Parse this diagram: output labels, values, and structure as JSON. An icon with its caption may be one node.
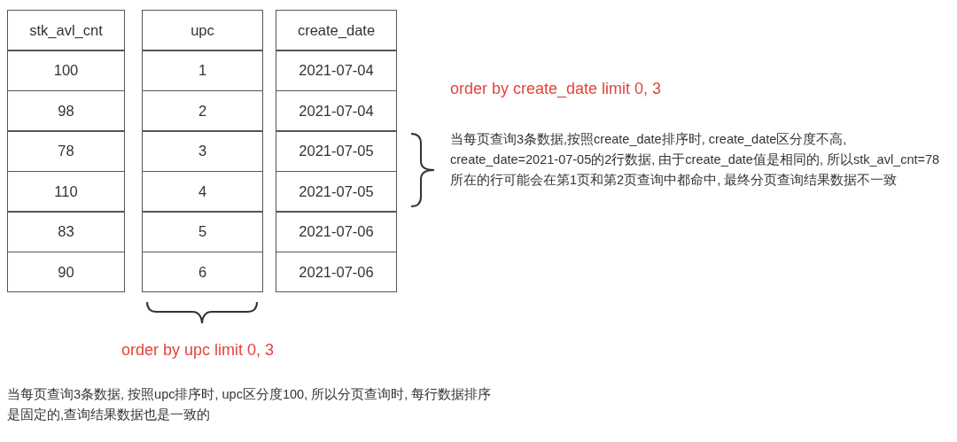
{
  "diagram": {
    "labels": [
      "stk_avl_cnt",
      "upc",
      "create_date",
      "100",
      "1",
      "2021-07-04",
      "98",
      "2",
      "2021-07-04",
      "78",
      "3",
      "2021-07-05",
      "110",
      "4",
      "2021-07-05",
      "83",
      "5",
      "2021-07-06",
      "90",
      "6",
      "2021-07-06",
      "order by create_date limit 0, 3",
      "当每页查询3条数据,按照create_date排序时, create_date区分度不高, create_date=2021-07-05的2行数据, 由于create_date值是相同的, 所以stk_avl_cnt=78所在的行可能会在第1页和第2页查询中都命中, 最终分页查询结果数据不一致",
      "order by upc limit 0, 3",
      "当每页查询3条数据, 按照upc排序时, upc区分度100, 所以分页查询时, 每行数据排序是固定的,查询结果数据也是一致的"
    ]
  }
}
